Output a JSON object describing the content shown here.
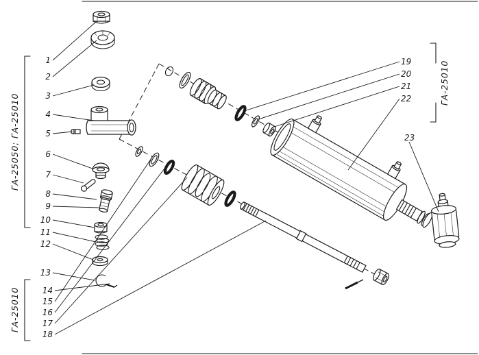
{
  "figure": {
    "background": "#ffffff",
    "ink": "#1a1a1a",
    "description_visible_content": "Exploded technical parts diagram of a hydraulic cylinder with numbered callouts"
  },
  "brackets": {
    "left_top": {
      "label": "ГА-25050; ГА-25010"
    },
    "left_bottom": {
      "label": "ГА-25010"
    },
    "right": {
      "label": "ГА-25010"
    }
  },
  "callouts": {
    "left": [
      {
        "n": "1"
      },
      {
        "n": "2"
      },
      {
        "n": "3"
      },
      {
        "n": "4"
      },
      {
        "n": "5"
      },
      {
        "n": "6"
      },
      {
        "n": "7"
      },
      {
        "n": "8"
      },
      {
        "n": "9"
      },
      {
        "n": "10"
      },
      {
        "n": "11"
      },
      {
        "n": "12"
      },
      {
        "n": "13"
      },
      {
        "n": "14"
      },
      {
        "n": "15"
      },
      {
        "n": "16"
      },
      {
        "n": "17"
      },
      {
        "n": "18"
      }
    ],
    "right": [
      {
        "n": "19"
      },
      {
        "n": "20"
      },
      {
        "n": "21"
      },
      {
        "n": "22"
      },
      {
        "n": "23"
      }
    ]
  }
}
